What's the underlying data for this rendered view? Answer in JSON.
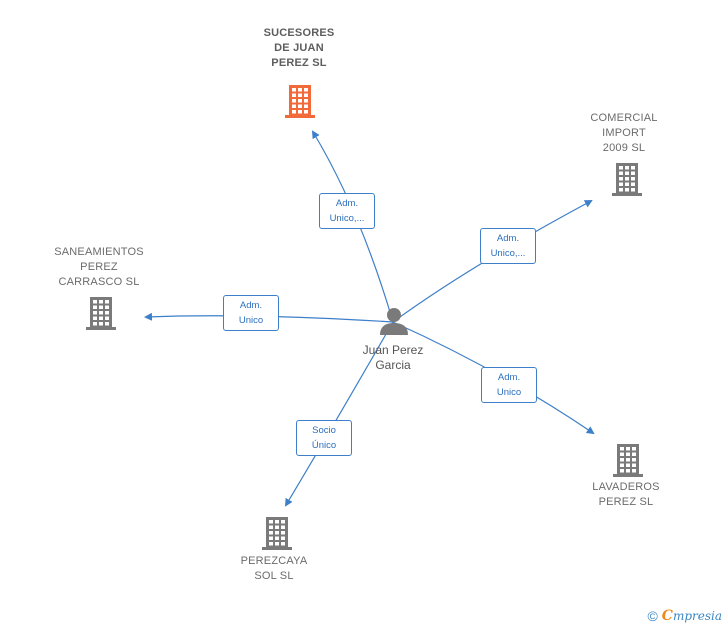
{
  "center": {
    "name": "Juan Perez\nGarcia",
    "color": "#7a7a7a"
  },
  "companies": [
    {
      "id": "sucesores",
      "name": "SUCESORES\nDE JUAN\nPEREZ  SL",
      "color": "#f26a3a",
      "main": true
    },
    {
      "id": "comercial",
      "name": "COMERCIAL\nIMPORT\n2009 SL",
      "color": "#7a7a7a"
    },
    {
      "id": "saneamientos",
      "name": "SANEAMIENTOS\nPEREZ\nCARRASCO  SL",
      "color": "#7a7a7a"
    },
    {
      "id": "lavaderos",
      "name": "LAVADEROS\nPEREZ SL",
      "color": "#7a7a7a"
    },
    {
      "id": "perezcaya",
      "name": "PEREZCAYA\nSOL SL",
      "color": "#7a7a7a"
    }
  ],
  "edges": [
    {
      "to": "sucesores",
      "label": "Adm.\nUnico,..."
    },
    {
      "to": "comercial",
      "label": "Adm.\nUnico,..."
    },
    {
      "to": "saneamientos",
      "label": "Adm.\nUnico"
    },
    {
      "to": "lavaderos",
      "label": "Adm.\nUnico"
    },
    {
      "to": "perezcaya",
      "label": "Socio\nÚnico"
    }
  ],
  "edge_color": "#3d7fc9",
  "footer": {
    "copyright": "©",
    "brand_first": "C",
    "brand_rest": "mpresia"
  }
}
